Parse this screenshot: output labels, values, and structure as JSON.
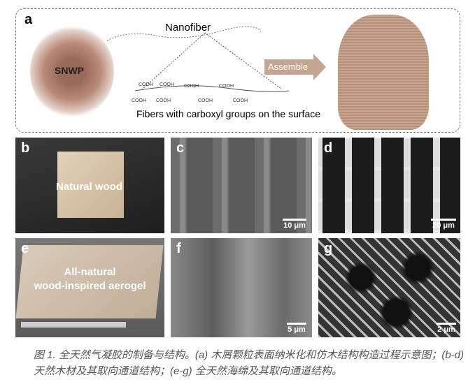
{
  "panel_a": {
    "label": "a",
    "snwp": "SNWP",
    "nanofiber": "Nanofiber",
    "cooh": "COOH",
    "fibers_caption": "Fibers with carboxyl groups on the surface",
    "assemble": "Assemble"
  },
  "panel_b": {
    "label": "b",
    "text": "Natural wood"
  },
  "panel_c": {
    "label": "c",
    "scale": "10 μm"
  },
  "panel_d": {
    "label": "d",
    "scale": "20 μm"
  },
  "panel_e": {
    "label": "e",
    "text_line1": "All-natural",
    "text_line2": "wood-inspired aerogel"
  },
  "panel_f": {
    "label": "f",
    "scale": "5 μm"
  },
  "panel_g": {
    "label": "g",
    "scale": "2 μm"
  },
  "caption": "图 1. 全天然气凝胶的制备与结构。(a) 木屑颗粒表面纳米化和仿木结构构造过程示意图；(b-d) 天然木材及其取向通道结构；(e-g) 全天然海绵及其取向通道结构。"
}
